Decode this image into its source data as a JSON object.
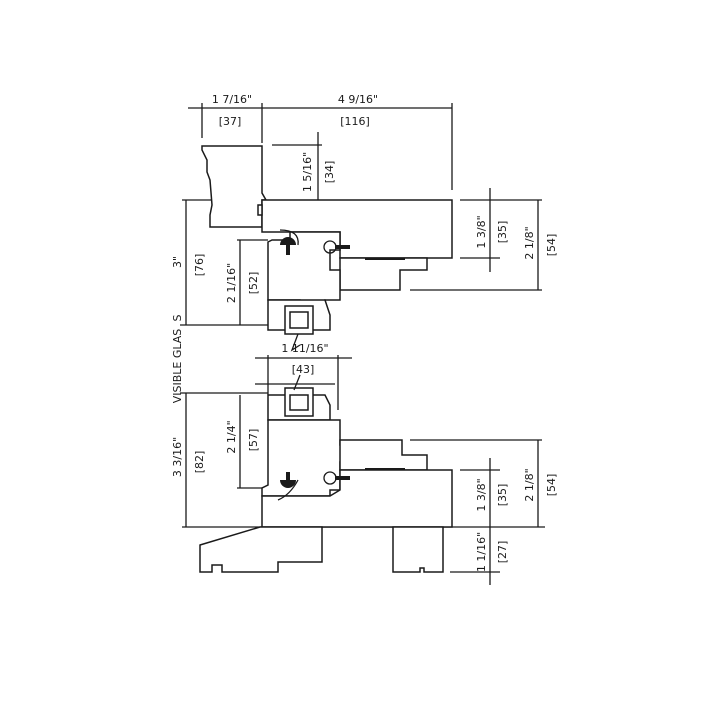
{
  "drawing": {
    "top": {
      "left_in": "1 7/16\"",
      "left_mm": "[37]",
      "right_in": "4 9/16\"",
      "right_mm": "[116]"
    },
    "head_casing": {
      "in": "1 5/16\"",
      "mm": "[34]"
    },
    "head_right": {
      "frame_in": "1 3/8\"",
      "frame_mm": "[35]",
      "total_in": "2 1/8\"",
      "total_mm": "[54]"
    },
    "upper_left": {
      "outer_in": "3\"",
      "outer_mm": "[76]",
      "inner_in": "2 1/16\"",
      "inner_mm": "[52]"
    },
    "visible_glass": {
      "part1": "VISIBLE GLAS",
      "part2": "S"
    },
    "meeting_rail": {
      "in": "1 11/16\"",
      "mm": "[43]"
    },
    "lower_left": {
      "outer_in": "3 3/16\"",
      "outer_mm": "[82]",
      "inner_in": "2 1/4\"",
      "inner_mm": "[57]"
    },
    "sill_right": {
      "frame_in": "1 3/8\"",
      "frame_mm": "[35]",
      "total_in": "2 1/8\"",
      "total_mm": "[54]",
      "sill_in": "1 1/16\"",
      "sill_mm": "[27]"
    }
  }
}
